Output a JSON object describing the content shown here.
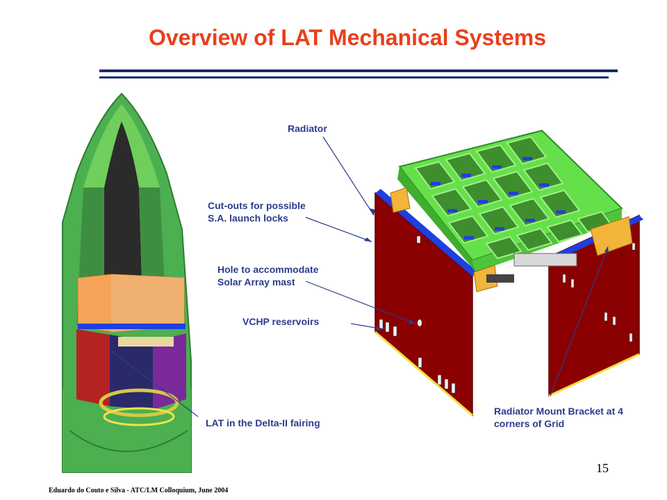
{
  "title": "Overview of LAT Mechanical Systems",
  "labels": {
    "radiator": "Radiator",
    "cutouts_line1": "Cut-outs for possible",
    "cutouts_line2": "S.A. launch locks",
    "hole_line1": "Hole to accommodate",
    "hole_line2": "Solar Array mast",
    "vchp": "VCHP reservoirs",
    "lat_fairing": "LAT in the Delta-II fairing",
    "bracket_line1": "Radiator Mount Bracket at 4",
    "bracket_line2": "corners of Grid"
  },
  "page_number": "15",
  "footer": "Eduardo do Couto e Silva - ATC/LM Colloquium, June 2004",
  "colors": {
    "title": "#e8401c",
    "label": "#2b3c8c",
    "rule": "#1b2c6b",
    "fairing_green": "#4caf50",
    "radiator_red": "#8b0000",
    "grid_green": "#66e04a",
    "blue_accent": "#1f3fe0",
    "lat_box": "#f5a45a"
  }
}
